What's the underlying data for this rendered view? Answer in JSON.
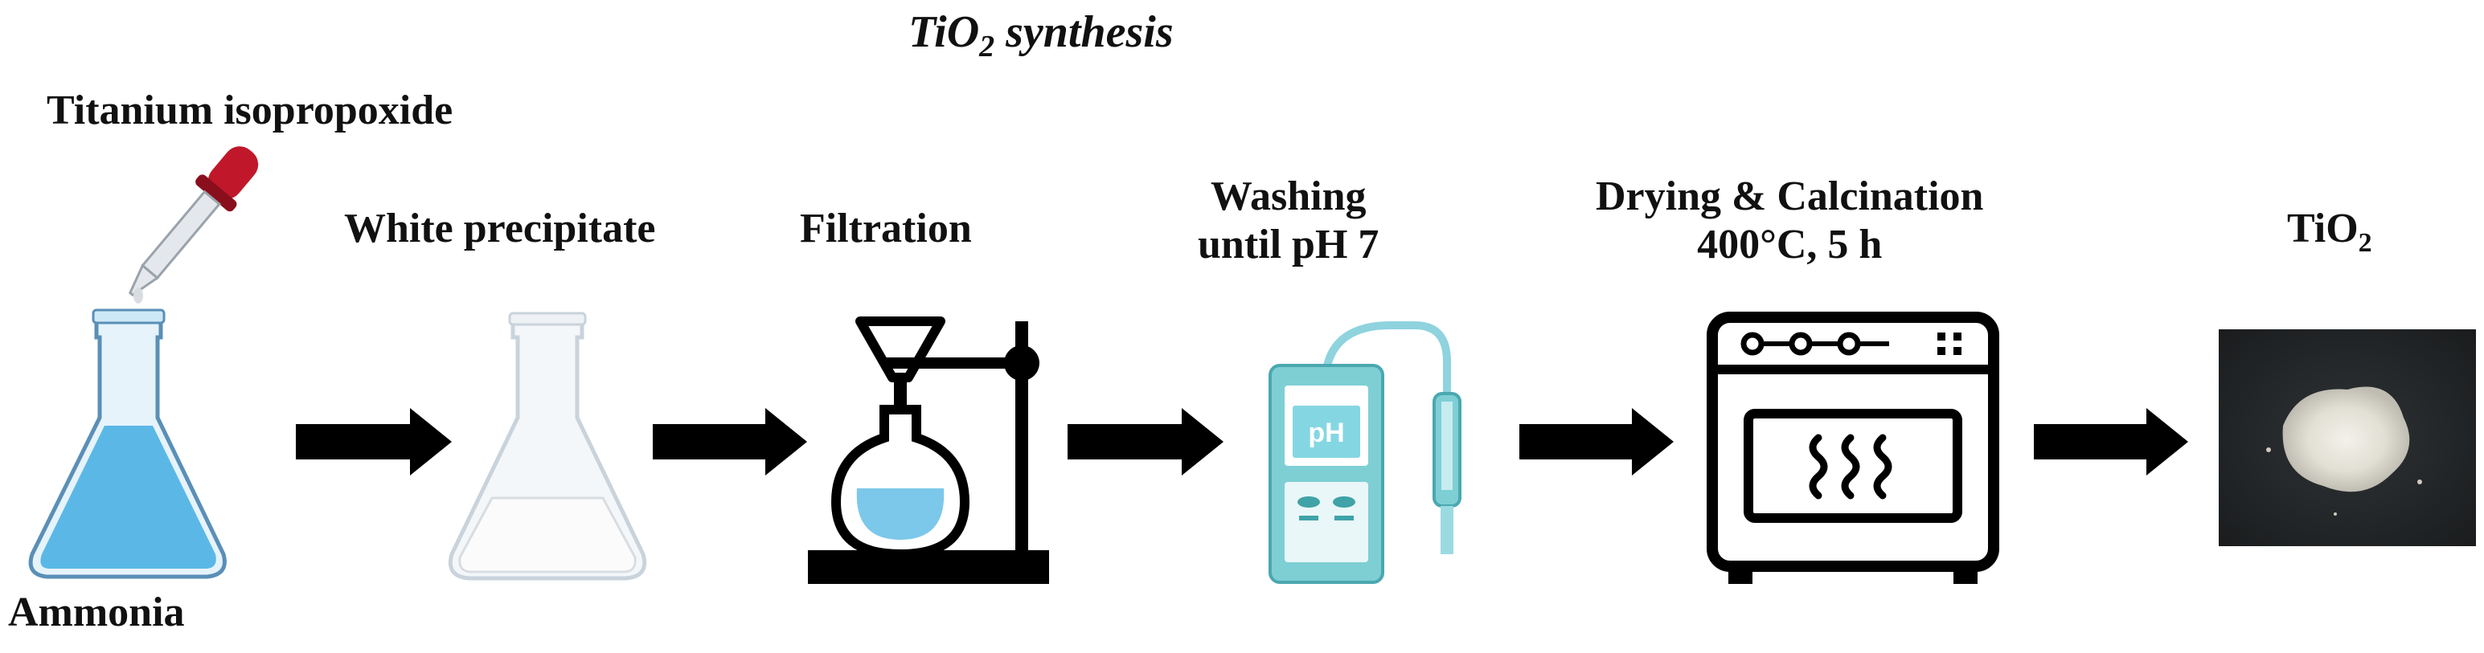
{
  "title": {
    "main": "TiO",
    "sub": "2",
    "rest": " synthesis"
  },
  "steps": {
    "precursor_label": "Titanium isopropoxide",
    "flask_label": "Ammonia",
    "precipitate_label": "White precipitate",
    "filtration_label": "Filtration",
    "washing_line1": "Washing",
    "washing_line2": "until pH 7",
    "meter_display": "pH",
    "drying_line1": "Drying & Calcination",
    "drying_line2": "400°C, 5 h",
    "product_main": "TiO",
    "product_sub": "2"
  },
  "colors": {
    "liquid_blue": "#5bb8e6",
    "dropper_red": "#c0182a",
    "meter_teal": "#6cc3c8",
    "arrow": "#000000"
  },
  "icons": [
    "erlenmeyer-flask-icon",
    "dropper-icon",
    "empty-flask-icon",
    "filtration-stand-icon",
    "ph-meter-icon",
    "furnace-icon",
    "tio2-powder-photo",
    "right-arrow-icon"
  ]
}
